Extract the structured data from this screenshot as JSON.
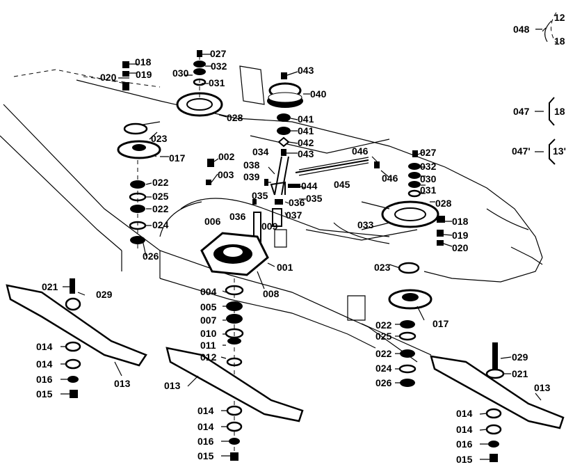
{
  "diagram": {
    "labels": {
      "l018a": "018",
      "l020a": "020",
      "l019a": "019",
      "l027a": "027",
      "l032a": "032",
      "l030a": "030",
      "l031a": "031",
      "l043a": "043",
      "l040": "040",
      "l028a": "028",
      "l041a": "041",
      "l041b": "041",
      "l042": "042",
      "l043b": "043",
      "l023a": "023",
      "l017a": "017",
      "l002": "002",
      "l034": "034",
      "l038": "038",
      "l003": "003",
      "l039": "039",
      "l046a": "046",
      "l027b": "027",
      "l032b": "032",
      "l046b": "046",
      "l030b": "030",
      "l031b": "031",
      "l045": "045",
      "l044": "044",
      "l035a": "035",
      "l036a": "036",
      "l035b": "035",
      "l022a": "022",
      "l025a": "025",
      "l022b": "022",
      "l006": "006",
      "l036b": "036",
      "l037": "037",
      "l009": "009",
      "l033": "033",
      "l028b": "028",
      "l018b": "018",
      "l019b": "019",
      "l020b": "020",
      "l024a": "024",
      "l026a": "026",
      "l001": "001",
      "l023b": "023",
      "l021a": "021",
      "l029a": "029",
      "l004": "004",
      "l008": "008",
      "l005": "005",
      "l007": "007",
      "l010": "010",
      "l011": "011",
      "l012": "012",
      "l022c": "022",
      "l017b": "017",
      "l025b": "025",
      "l022d": "022",
      "l024b": "024",
      "l026b": "026",
      "l014a": "014",
      "l014b": "014",
      "l016a": "016",
      "l015a": "015",
      "l013a": "013",
      "l013b": "013",
      "l014c": "014",
      "l014d": "014",
      "l016b": "016",
      "l015b": "015",
      "l029b": "029",
      "l021b": "021",
      "l013c": "013",
      "l014e": "014",
      "l014f": "014",
      "l016c": "016",
      "l015c": "015",
      "l048": "048",
      "l047a": "047",
      "l047b": "047'",
      "k12": "12",
      "k18a": "18",
      "k18b": "18",
      "k13": "13'"
    }
  }
}
